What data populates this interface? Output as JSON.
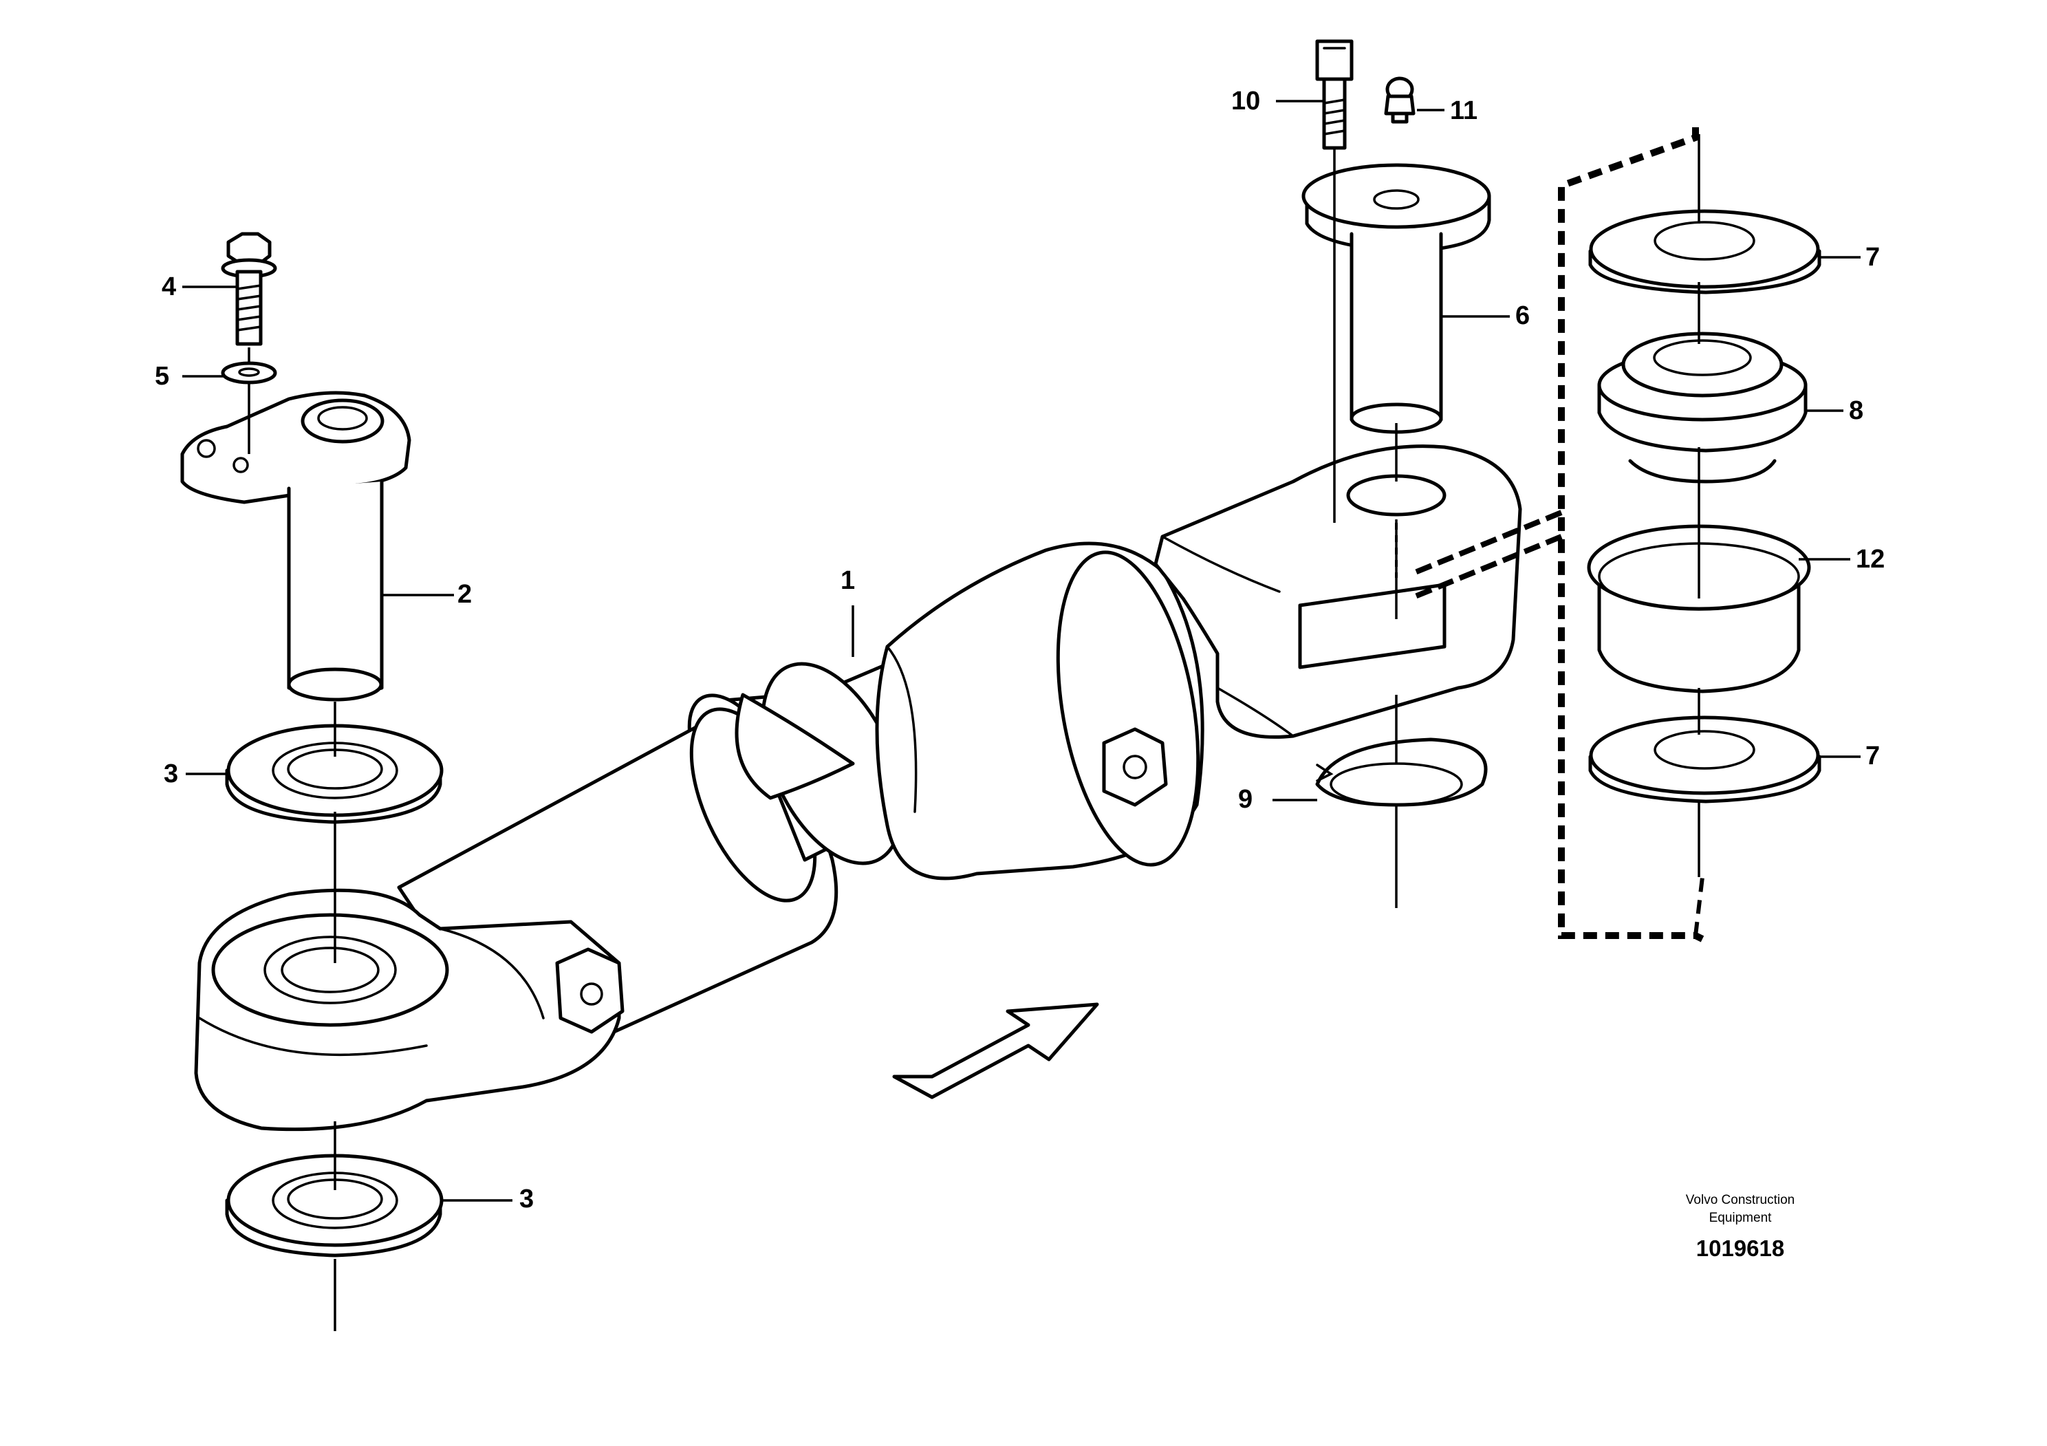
{
  "diagram": {
    "callouts": {
      "c1": "1",
      "c2": "2",
      "c3a": "3",
      "c3b": "3",
      "c4": "4",
      "c5": "5",
      "c6": "6",
      "c7a": "7",
      "c7b": "7",
      "c8": "8",
      "c9": "9",
      "c10": "10",
      "c11": "11",
      "c12": "12"
    },
    "caption": {
      "line1": "Volvo Construction",
      "line2": "Equipment",
      "number": "1019618"
    }
  }
}
